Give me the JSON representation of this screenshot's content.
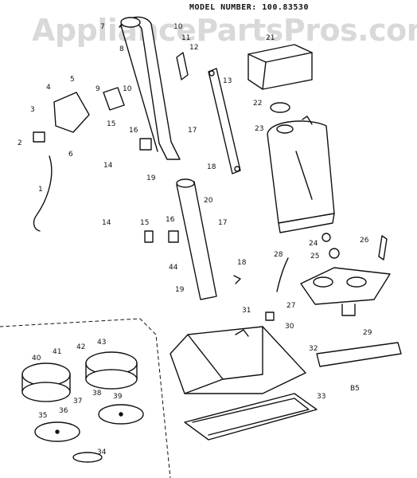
{
  "header": {
    "model_line": "MODEL NUMBER: 100.83530"
  },
  "watermark": "AppliancePartsPros.com",
  "section_label": "B5",
  "parts": [
    "1",
    "2",
    "3",
    "4",
    "5",
    "6",
    "7",
    "8",
    "9",
    "10",
    "11",
    "12",
    "13",
    "14",
    "14",
    "15",
    "15",
    "16",
    "16",
    "17",
    "17",
    "18",
    "18",
    "19",
    "19",
    "20",
    "21",
    "22",
    "23",
    "24",
    "25",
    "26",
    "27",
    "28",
    "29",
    "30",
    "31",
    "32",
    "33",
    "34",
    "35",
    "36",
    "37",
    "38",
    "39",
    "40",
    "41",
    "42",
    "43",
    "44"
  ]
}
